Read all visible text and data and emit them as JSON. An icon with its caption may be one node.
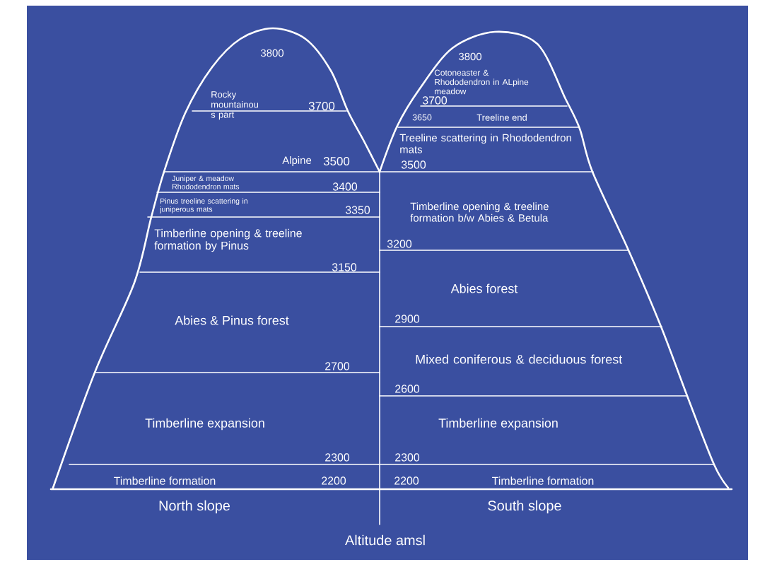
{
  "diagram": {
    "labels": [
      "3800",
      "Rocky mountainou s part",
      "3700",
      "Alpine",
      "3500",
      "Juniper & meadow Rhododendron mats",
      "3400",
      "Pinus treeline scattering in juniperous mats",
      "3350",
      "Timberline opening & treeline formation by Pinus",
      "3150",
      "Abies & Pinus forest",
      "2700",
      "Timberline expansion",
      "2300",
      "Timberline formation",
      "2200",
      "3800",
      "Cotoneaster & Rhododendron in ALpine meadow",
      "3700",
      "3650",
      "Treeline end",
      "Treeline scattering in Rhododendron mats",
      "3500",
      "Timberline opening & treeline formation b/w Abies & Betula",
      "3200",
      "Abies forest",
      "2900",
      "Mixed coniferous & deciduous forest",
      "2600",
      "Timberline expansion",
      "2300",
      "2200",
      "Timberline formation",
      "North slope",
      "South slope",
      "Altitude amsl"
    ]
  }
}
